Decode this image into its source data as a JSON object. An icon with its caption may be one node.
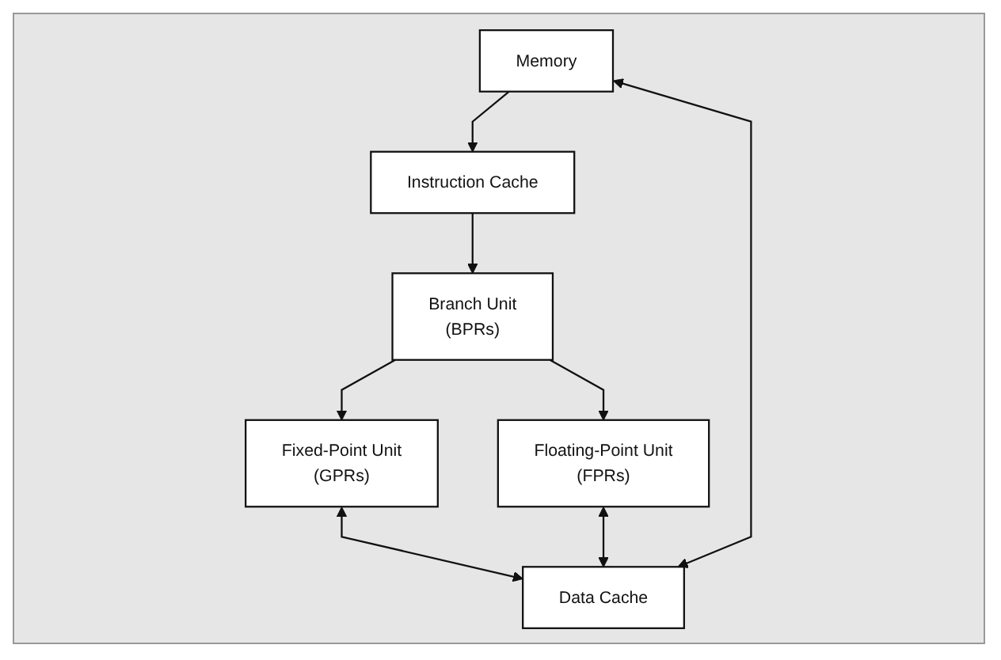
{
  "diagram": {
    "nodes": [
      {
        "text": [
          "Memory"
        ]
      },
      {
        "text": [
          "Instruction Cache"
        ]
      },
      {
        "text": [
          "Branch Unit",
          "(BPRs)"
        ]
      },
      {
        "text": [
          "Fixed-Point Unit",
          "(GPRs)"
        ]
      },
      {
        "text": [
          "Floating-Point Unit",
          "(FPRs)"
        ]
      },
      {
        "text": [
          "Data Cache"
        ]
      }
    ],
    "edges": [
      {
        "from": 0,
        "to": 1,
        "arrow": "to"
      },
      {
        "from": 1,
        "to": 2,
        "arrow": "to"
      },
      {
        "from": 2,
        "to": 3,
        "arrow": "to"
      },
      {
        "from": 2,
        "to": 4,
        "arrow": "to"
      },
      {
        "from": 3,
        "to": 5,
        "arrow": "both"
      },
      {
        "from": 4,
        "to": 5,
        "arrow": "both"
      },
      {
        "from": 0,
        "to": 5,
        "arrow": "both"
      }
    ]
  }
}
